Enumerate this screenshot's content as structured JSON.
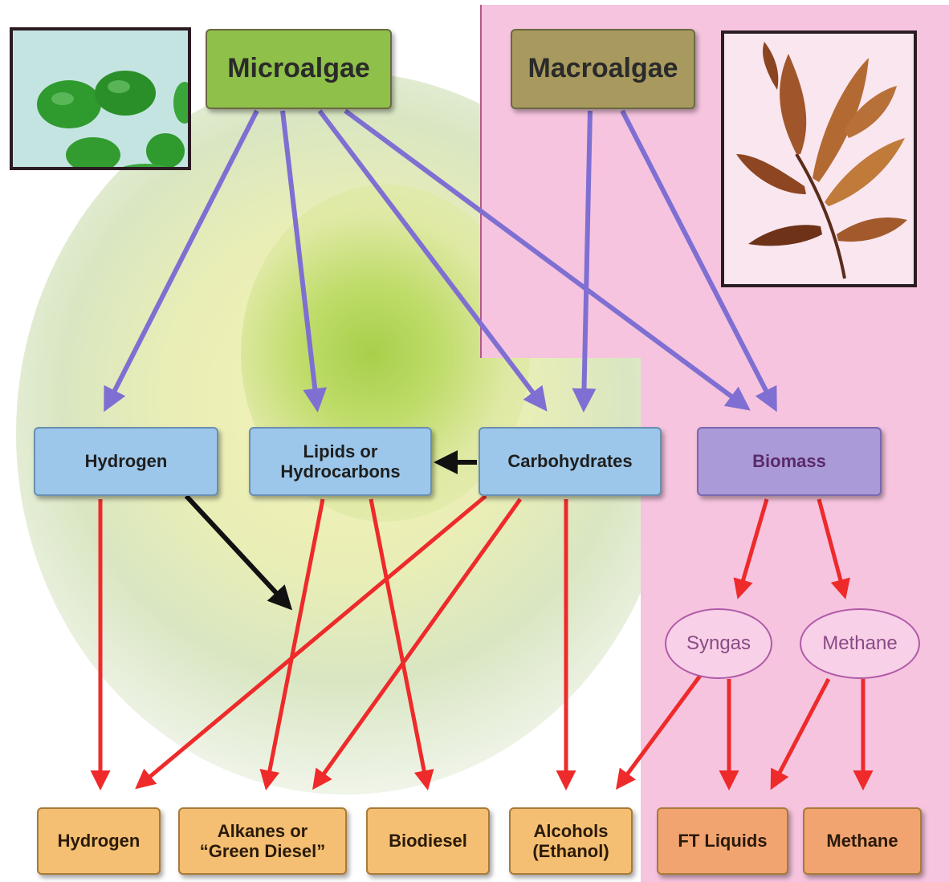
{
  "diagram": {
    "sources": {
      "microalgae": "Microalgae",
      "macroalgae": "Macroalgae"
    },
    "intermediates": {
      "hydrogen": "Hydrogen",
      "lipids_line1": "Lipids or",
      "lipids_line2": "Hydrocarbons",
      "carbohydrates": "Carbohydrates",
      "biomass": "Biomass"
    },
    "gases": {
      "syngas": "Syngas",
      "methane": "Methane"
    },
    "products": {
      "hydrogen": "Hydrogen",
      "alkanes_line1": "Alkanes or",
      "alkanes_line2": "“Green Diesel”",
      "biodiesel": "Biodiesel",
      "alcohols_line1": "Alcohols",
      "alcohols_line2": "(Ethanol)",
      "ft_liquids": "FT Liquids",
      "methane": "Methane"
    }
  },
  "colors": {
    "microalgae_box": "#8fc04a",
    "macroalgae_box": "#a89a5e",
    "intermediate_box": "#9cc7ea",
    "biomass_box": "#ab9ad8",
    "product_box": "#f4bf72",
    "product_box_marine": "#f2a470",
    "marine_region": "#f6c4de",
    "upstream_arrow": "#7f6fd2",
    "downstream_arrow": "#ee2a2a",
    "conversion_arrow": "#111111"
  },
  "images": {
    "microalgae_photo": "microalgae-cells-photo",
    "macroalgae_photo": "seaweed-photo"
  }
}
